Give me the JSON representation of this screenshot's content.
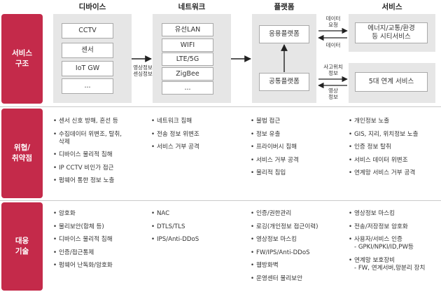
{
  "columns": [
    "디바이스",
    "네트워크",
    "플랫폼",
    "서비스"
  ],
  "rows": {
    "structure": "서비스\n구조",
    "threats": "위협/\n취약점",
    "countermeasures": "대응\n기술"
  },
  "devices": [
    "CCTV",
    "센서",
    "IoT GW",
    "..."
  ],
  "networks": [
    "유선LAN",
    "WIFI",
    "LTE/5G",
    "ZigBee",
    "..."
  ],
  "platform": {
    "application": "응용플랫폼",
    "common": "공통플랫폼"
  },
  "services": {
    "top": "에너지/교통/환경\n등 시티서비스",
    "bottom": "5대 연계 서비스"
  },
  "flow_labels": {
    "device_to_network": "영상정보\n센싱정보",
    "data_request": "데이터\n요청",
    "data": "데이터",
    "incident_location": "사고위치\n정보",
    "video_info": "영상\n정보"
  },
  "threats": {
    "device": [
      "센서 신호 방해, 혼선 등",
      "수집데이터 위변조, 탈취,\n삭제",
      "디바이스 물리적 침해",
      "IP CCTV 비인가 접근",
      "펌웨어 통한 정보 노출"
    ],
    "network": [
      "네트워크 침해",
      "전송 정보 위변조",
      "서비스 거부 공격"
    ],
    "platform": [
      "불법 접근",
      "정보 유출",
      "프라이버시 침해",
      "서비스 거부 공격",
      "물리적 침입"
    ],
    "service": [
      "개인정보 노출",
      "GIS, 지리, 위치정보 노출",
      "인증 정보 탈취",
      "서비스 데이터 위변조",
      "연계망 서비스 거부 공격"
    ]
  },
  "countermeasures": {
    "device": [
      "암호화",
      "물리보안(함체 등)",
      "디바이스 물리적 침해",
      "인증/접근통제",
      "펌웨어 난독화/암호화"
    ],
    "network": [
      "NAC",
      "DTLS/TLS",
      "IPS/Anti-DDoS"
    ],
    "platform": [
      "인증/권한관리",
      "로깅(개인정보 접근이력)",
      "영상정보 마스킹",
      "FW/IPS/Anti-DDoS",
      "웹방화벽",
      "운영센터 물리보안"
    ],
    "service": [
      "영상정보 마스킹",
      "전송/저장정보 암호화",
      "사용자/서비스 인증\n- GPKI/NPKI/ID,PW등",
      "연계망 보호장비\n- FW, 연계서버,망분리 장치"
    ]
  },
  "colors": {
    "row_label": "#c42a4a",
    "panel": "#e6e6e6",
    "box_border": "#a9a9a9",
    "arrow": "#222222"
  }
}
